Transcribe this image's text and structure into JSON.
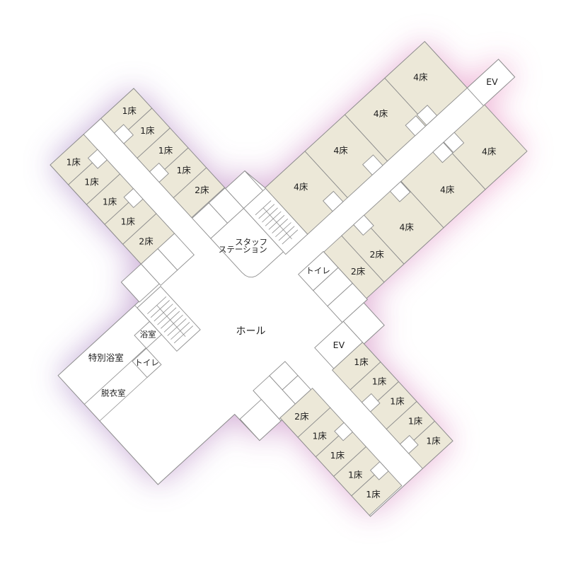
{
  "floor_plan": {
    "hall": "ホール",
    "staff_station": [
      "スタッフ",
      "ステーション"
    ],
    "nw_wing": {
      "east_rooms": [
        "1床",
        "1床",
        "1床",
        "1床",
        "2床"
      ],
      "west_rooms": [
        "1床",
        "1床",
        "1床",
        "1床",
        "2床"
      ]
    },
    "ne_wing": {
      "north_rooms": [
        "4床",
        "4床",
        "4床",
        "4床"
      ],
      "south_rooms": [
        "2床",
        "2床",
        "4床",
        "4床",
        "4床"
      ],
      "toilet": "トイレ",
      "elevator": "EV"
    },
    "se_wing": {
      "east_rooms": [
        "1床",
        "1床",
        "1床",
        "1床",
        "1床"
      ],
      "west_rooms": [
        "2床",
        "1床",
        "1床",
        "1床",
        "1床"
      ],
      "elevator": "EV"
    },
    "bath_area": {
      "special_bath": "特別浴室",
      "bathroom": "浴室",
      "toilet": "トイレ",
      "changing_room": "脱衣室"
    }
  },
  "colors": {
    "room_fill": "#ece8d8",
    "wall": "#8c8c8c",
    "glow_left": "#b9a2d2",
    "glow_right": "#f1a9cf"
  }
}
